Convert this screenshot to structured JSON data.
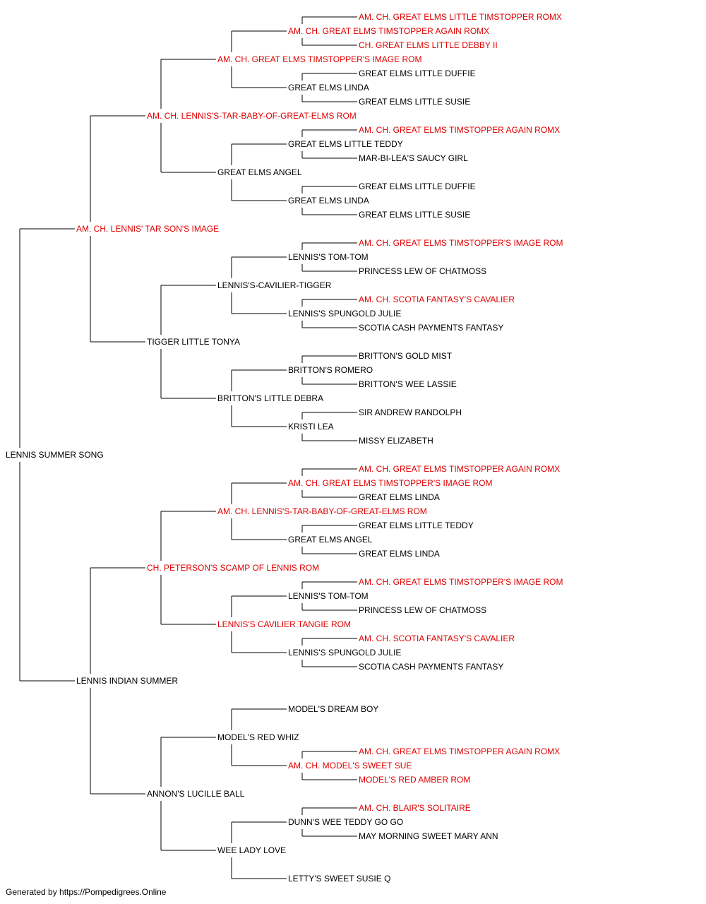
{
  "colors": {
    "champion": "#e00000",
    "normal": "#000000",
    "line": "#000000"
  },
  "pedigree": {
    "name": "LENNIS SUMMER SONG",
    "champion": false,
    "sire": {
      "name": "AM. CH. LENNIS' TAR SON'S IMAGE",
      "champion": true,
      "sire": {
        "name": "AM. CH. LENNIS'S-TAR-BABY-OF-GREAT-ELMS ROM",
        "champion": true,
        "sire": {
          "name": "AM. CH. GREAT ELMS TIMSTOPPER'S IMAGE ROM",
          "champion": true,
          "sire": {
            "name": "AM. CH. GREAT ELMS TIMSTOPPER AGAIN ROMX",
            "champion": true,
            "sire": {
              "name": "AM. CH. GREAT ELMS LITTLE TIMSTOPPER ROMX",
              "champion": true
            },
            "dam": {
              "name": "CH. GREAT ELMS LITTLE DEBBY II",
              "champion": true
            }
          },
          "dam": {
            "name": "GREAT ELMS LINDA",
            "champion": false,
            "sire": {
              "name": "GREAT ELMS LITTLE DUFFIE",
              "champion": false
            },
            "dam": {
              "name": "GREAT ELMS LITTLE SUSIE",
              "champion": false
            }
          }
        },
        "dam": {
          "name": "GREAT ELMS ANGEL",
          "champion": false,
          "sire": {
            "name": "GREAT ELMS LITTLE TEDDY",
            "champion": false,
            "sire": {
              "name": "AM. CH. GREAT ELMS TIMSTOPPER AGAIN ROMX",
              "champion": true
            },
            "dam": {
              "name": "MAR-BI-LEA'S SAUCY GIRL",
              "champion": false
            }
          },
          "dam": {
            "name": "GREAT ELMS LINDA",
            "champion": false,
            "sire": {
              "name": "GREAT ELMS LITTLE DUFFIE",
              "champion": false
            },
            "dam": {
              "name": "GREAT ELMS LITTLE SUSIE",
              "champion": false
            }
          }
        }
      },
      "dam": {
        "name": "TIGGER LITTLE TONYA",
        "champion": false,
        "sire": {
          "name": "LENNIS'S-CAVILIER-TIGGER",
          "champion": false,
          "sire": {
            "name": "LENNIS'S TOM-TOM",
            "champion": false,
            "sire": {
              "name": "AM. CH. GREAT ELMS TIMSTOPPER'S IMAGE ROM",
              "champion": true
            },
            "dam": {
              "name": "PRINCESS LEW OF CHATMOSS",
              "champion": false
            }
          },
          "dam": {
            "name": "LENNIS'S SPUNGOLD JULIE",
            "champion": false,
            "sire": {
              "name": "AM. CH. SCOTIA FANTASY'S CAVALIER",
              "champion": true
            },
            "dam": {
              "name": "SCOTIA CASH PAYMENTS FANTASY",
              "champion": false
            }
          }
        },
        "dam": {
          "name": "BRITTON'S LITTLE DEBRA",
          "champion": false,
          "sire": {
            "name": "BRITTON'S ROMERO",
            "champion": false,
            "sire": {
              "name": "BRITTON'S GOLD MIST",
              "champion": false
            },
            "dam": {
              "name": "BRITTON'S WEE LASSIE",
              "champion": false
            }
          },
          "dam": {
            "name": "KRISTI LEA",
            "champion": false,
            "sire": {
              "name": "SIR ANDREW RANDOLPH",
              "champion": false
            },
            "dam": {
              "name": "MISSY ELIZABETH",
              "champion": false
            }
          }
        }
      }
    },
    "dam": {
      "name": "LENNIS INDIAN SUMMER",
      "champion": false,
      "sire": {
        "name": "CH. PETERSON'S SCAMP OF LENNIS ROM",
        "champion": true,
        "sire": {
          "name": "AM. CH. LENNIS'S-TAR-BABY-OF-GREAT-ELMS ROM",
          "champion": true,
          "sire": {
            "name": "AM. CH. GREAT ELMS TIMSTOPPER'S IMAGE ROM",
            "champion": true,
            "sire": {
              "name": "AM. CH. GREAT ELMS TIMSTOPPER AGAIN ROMX",
              "champion": true
            },
            "dam": {
              "name": "GREAT ELMS LINDA",
              "champion": false
            }
          },
          "dam": {
            "name": "GREAT ELMS ANGEL",
            "champion": false,
            "sire": {
              "name": "GREAT ELMS LITTLE TEDDY",
              "champion": false
            },
            "dam": {
              "name": "GREAT ELMS LINDA",
              "champion": false
            }
          }
        },
        "dam": {
          "name": "LENNIS'S CAVILIER TANGIE ROM",
          "champion": true,
          "sire": {
            "name": "LENNIS'S TOM-TOM",
            "champion": false,
            "sire": {
              "name": "AM. CH. GREAT ELMS TIMSTOPPER'S IMAGE ROM",
              "champion": true
            },
            "dam": {
              "name": "PRINCESS LEW OF CHATMOSS",
              "champion": false
            }
          },
          "dam": {
            "name": "LENNIS'S SPUNGOLD JULIE",
            "champion": false,
            "sire": {
              "name": "AM. CH. SCOTIA FANTASY'S CAVALIER",
              "champion": true
            },
            "dam": {
              "name": "SCOTIA CASH PAYMENTS FANTASY",
              "champion": false
            }
          }
        }
      },
      "dam": {
        "name": "ANNON'S LUCILLE BALL",
        "champion": false,
        "sire": {
          "name": "MODEL'S RED WHIZ",
          "champion": false,
          "sire": {
            "name": "MODEL'S DREAM BOY",
            "champion": false
          },
          "dam": {
            "name": "AM. CH. MODEL'S SWEET SUE",
            "champion": true,
            "sire": {
              "name": "AM. CH. GREAT ELMS TIMSTOPPER AGAIN ROMX",
              "champion": true
            },
            "dam": {
              "name": "MODEL'S RED AMBER ROM",
              "champion": true
            }
          }
        },
        "dam": {
          "name": "WEE LADY LOVE",
          "champion": false,
          "sire": {
            "name": "DUNN'S WEE TEDDY GO GO",
            "champion": false,
            "sire": {
              "name": "AM. CH. BLAIR'S SOLITAIRE",
              "champion": true
            },
            "dam": {
              "name": "MAY MORNING SWEET MARY ANN",
              "champion": false
            }
          },
          "dam": {
            "name": "LETTY'S SWEET SUSIE Q",
            "champion": false
          }
        }
      }
    }
  },
  "footer": {
    "text": "Generated by https://Pompedigrees.Online"
  }
}
